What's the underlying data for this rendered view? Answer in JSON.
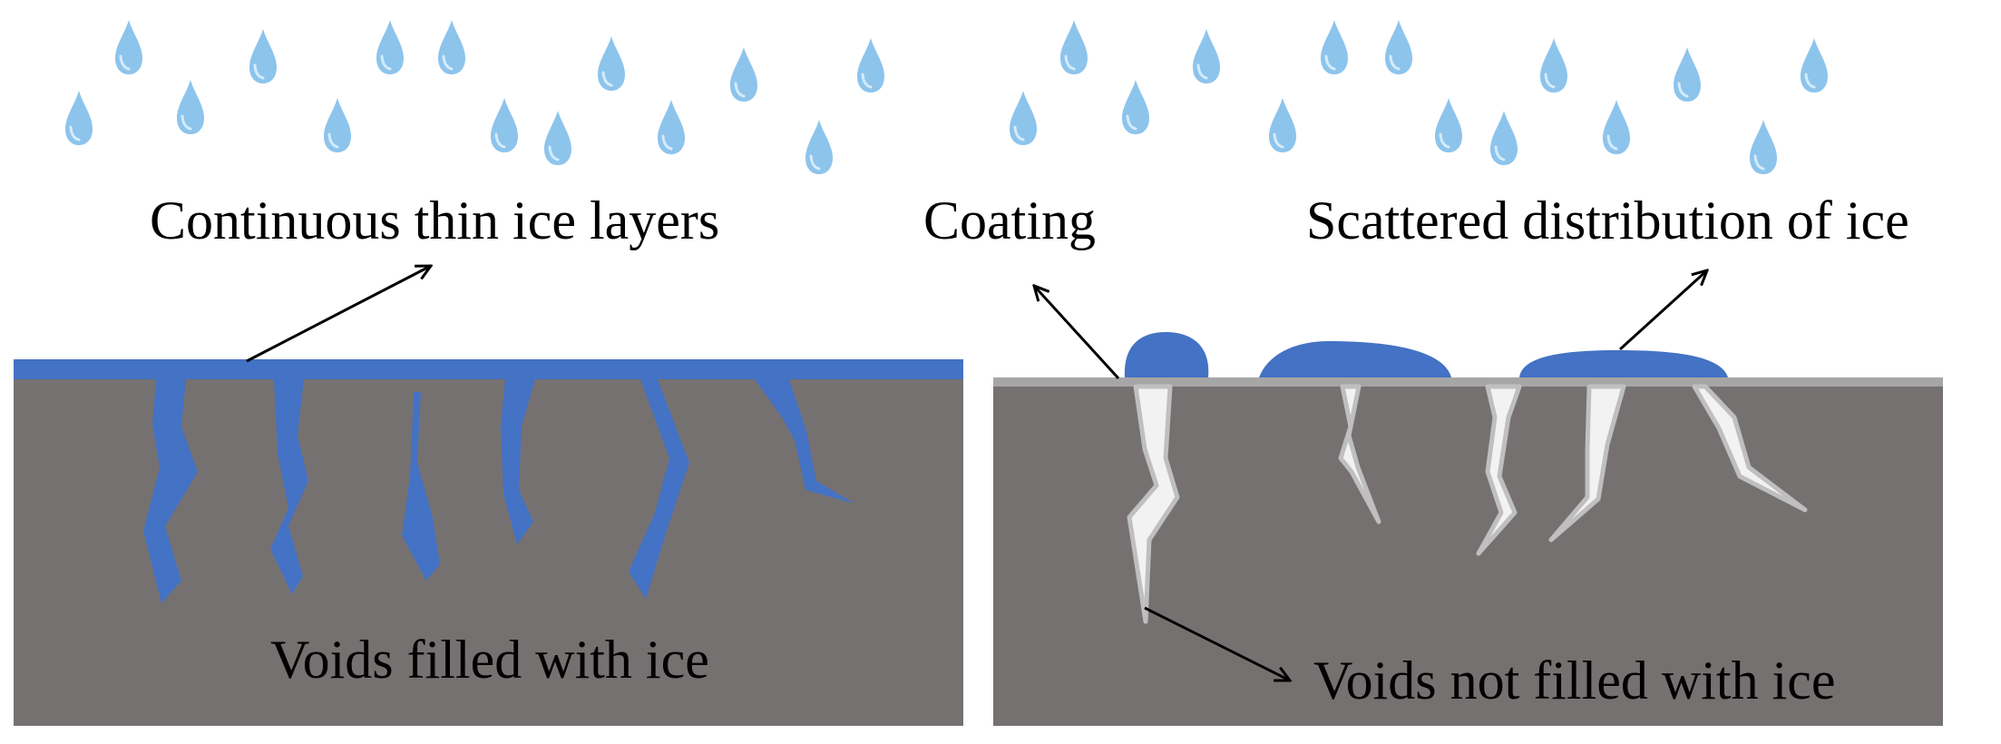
{
  "labels": {
    "continuous_ice": "Continuous thin ice layers",
    "coating": "Coating",
    "scattered_ice": "Scattered distribution of ice",
    "voids_filled": "Voids filled with ice",
    "voids_not_filled": "Voids not filled with ice"
  },
  "colors": {
    "background": "#ffffff",
    "substrate": "#767171",
    "ice": "#4472c4",
    "coating": "#a6a6a6",
    "empty_void": "#f2f2f2",
    "empty_void_edge": "#bfbfbf",
    "raindrop": "#8dc4ec",
    "raindrop_highlight": "#d4ebfa",
    "arrow": "#000000"
  },
  "icons": {
    "raindrop": "raindrop-icon"
  }
}
